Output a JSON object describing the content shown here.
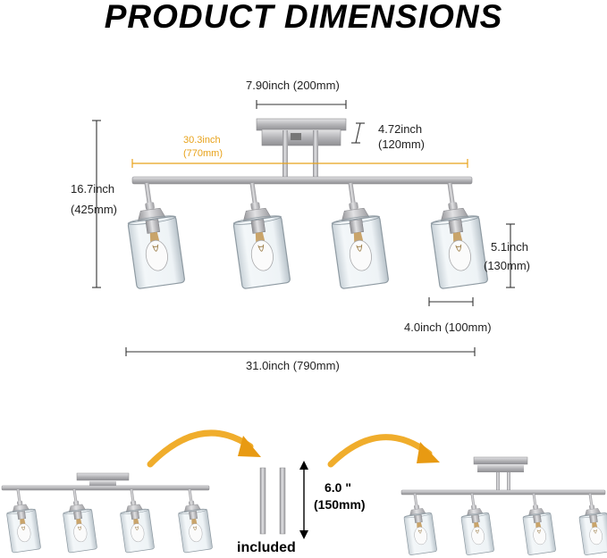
{
  "title": "PRODUCT DIMENSIONS",
  "dimensions": {
    "canopy_width": "7.90inch (200mm)",
    "canopy_height_in": "4.72inch",
    "canopy_height_mm": "(120mm)",
    "bar_length_in": "30.3inch",
    "bar_length_mm": "(770mm)",
    "total_height_in": "16.7inch",
    "total_height_mm": "(425mm)",
    "shade_height_in": "5.1inch",
    "shade_height_mm": "(130mm)",
    "shade_width": "4.0inch (100mm)",
    "total_length": "31.0inch (790mm)"
  },
  "extension": {
    "length_in": "6.0 \"",
    "length_mm": "(150mm)",
    "included_label": "included"
  },
  "colors": {
    "accent": "#e8a21a",
    "metal": "#b9b9bb",
    "glass": "#e6eef2"
  }
}
